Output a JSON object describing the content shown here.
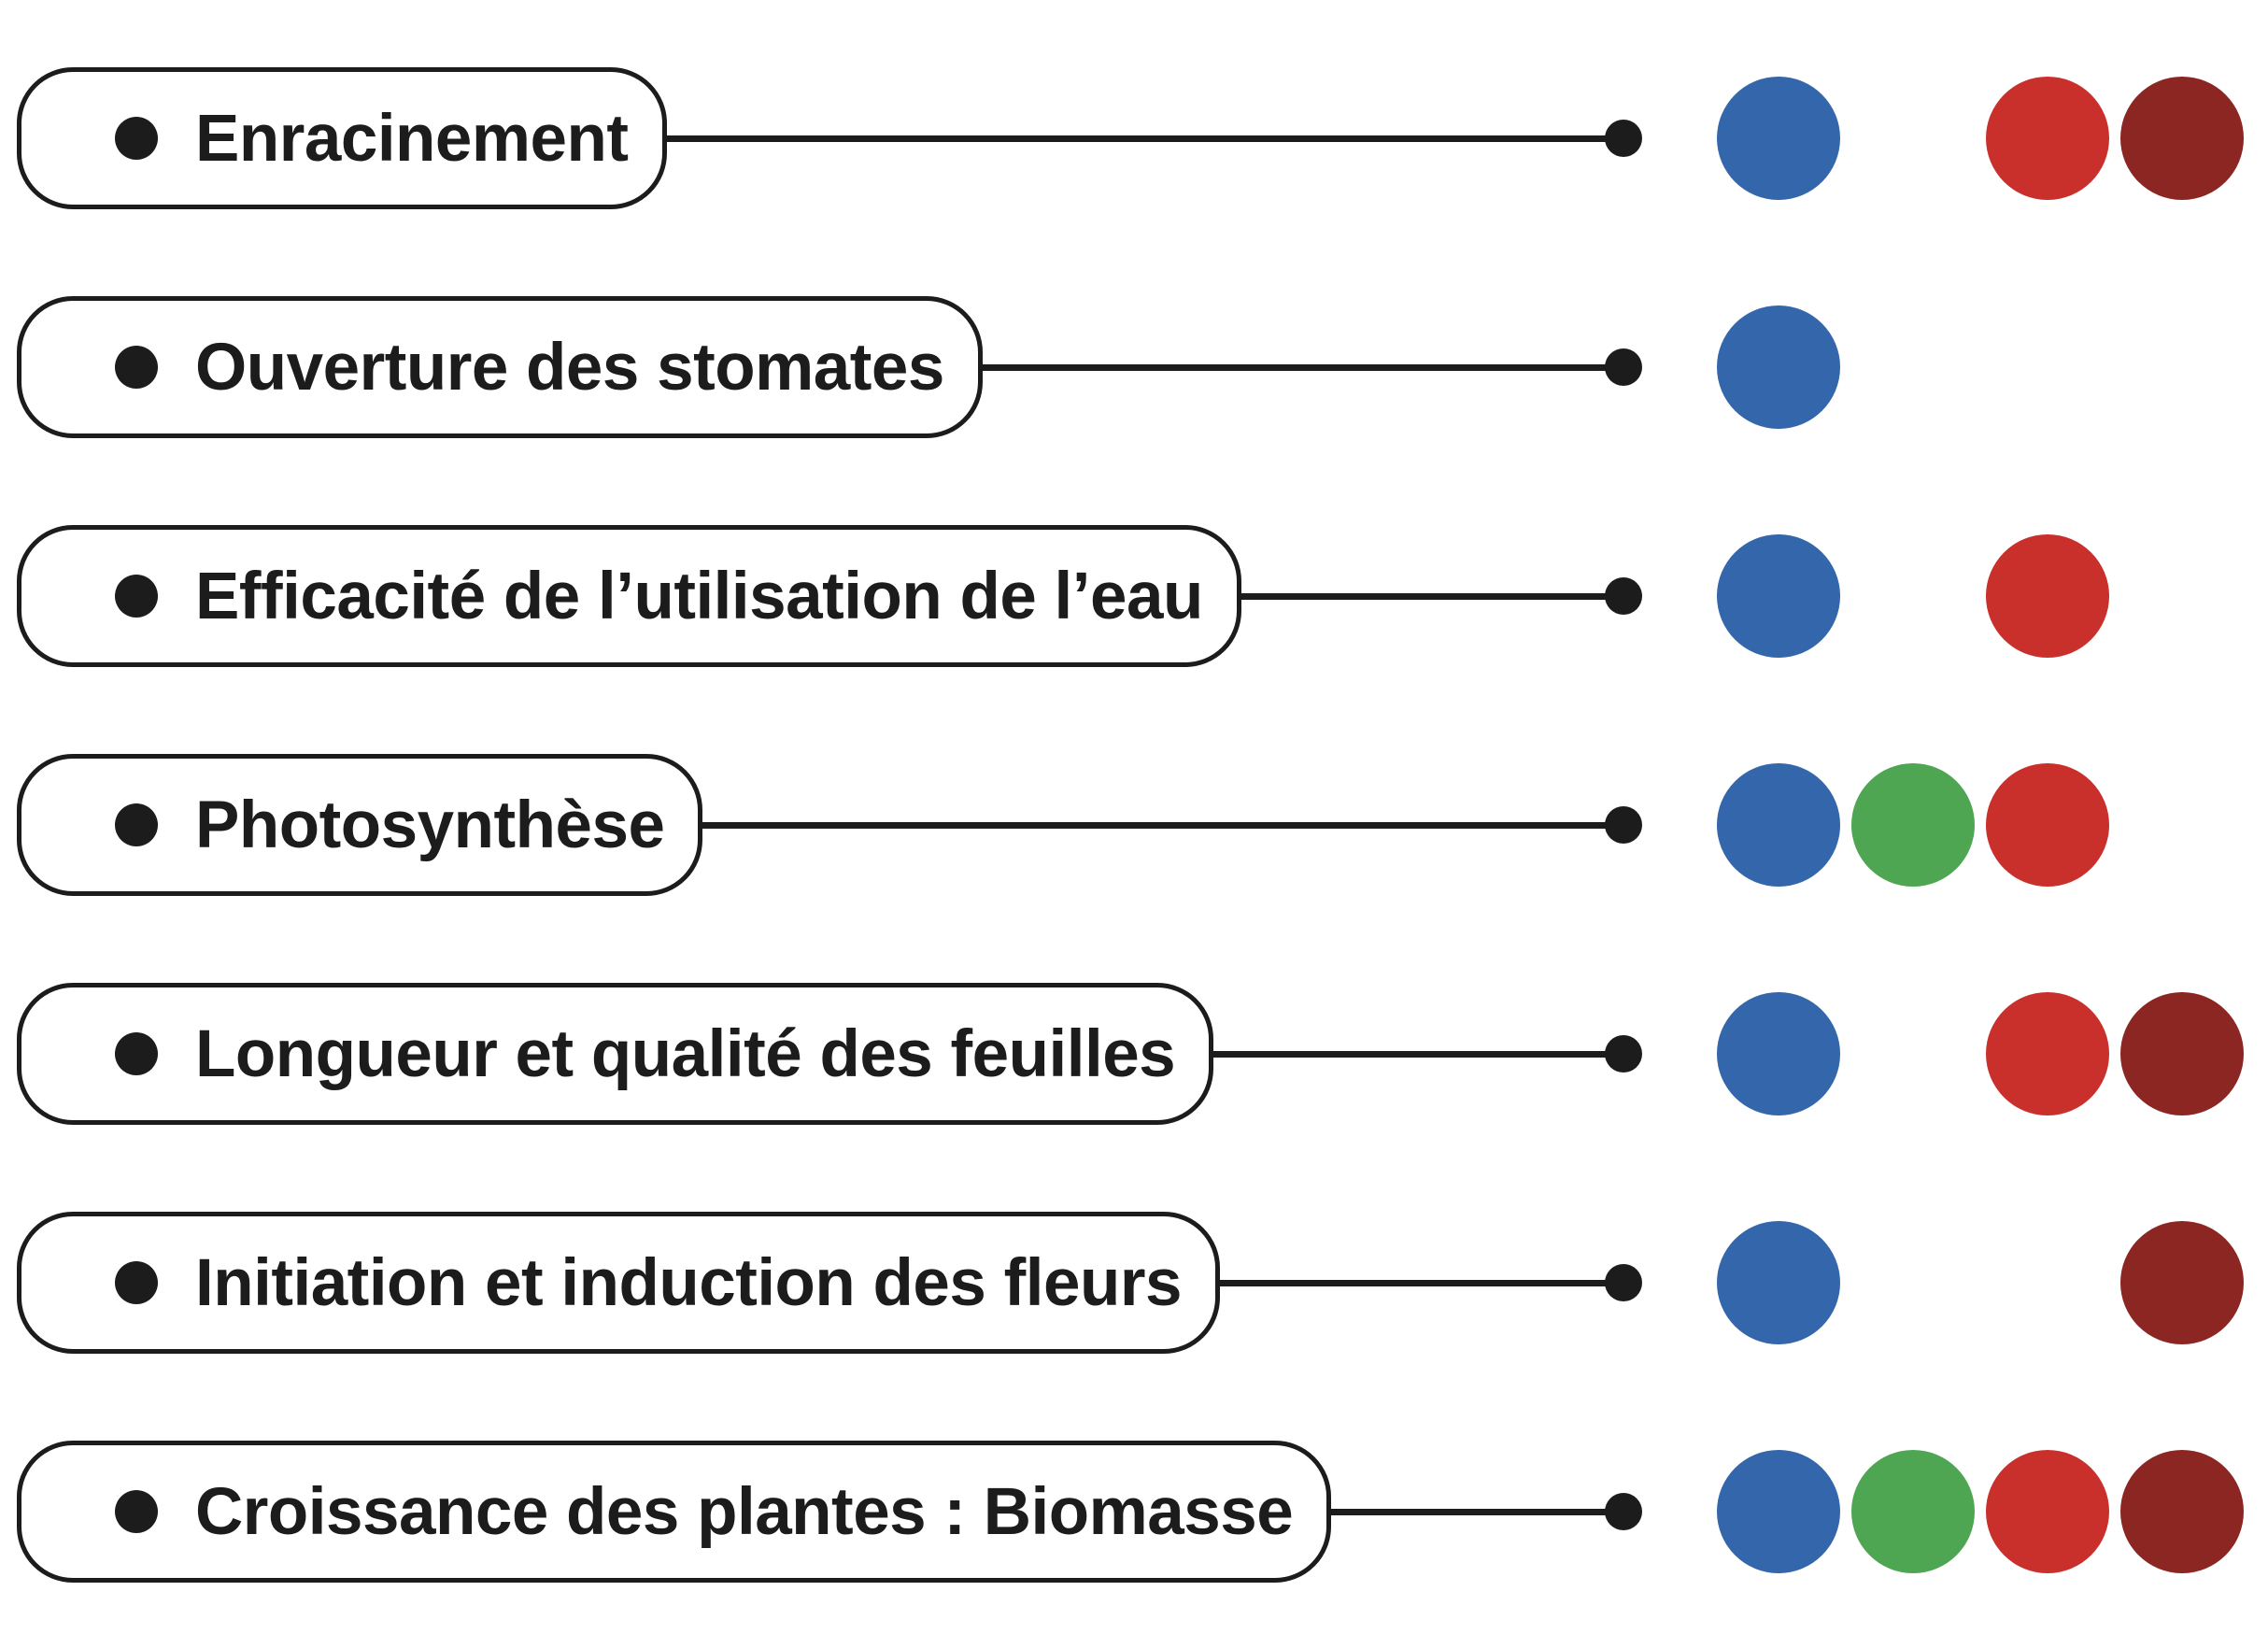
{
  "colors": {
    "line": "#1c1c1c",
    "col1": "#3366aa",
    "col2": "#4ea653",
    "col3": "#c9302c",
    "col4": "#8b2622"
  },
  "rows": [
    {
      "label": "Enracinement",
      "markers": [
        true,
        false,
        true,
        true
      ]
    },
    {
      "label": "Ouverture des stomates",
      "markers": [
        true,
        false,
        false,
        false
      ]
    },
    {
      "label": "Efficacité de l’utilisation de l’eau",
      "markers": [
        true,
        false,
        true,
        false
      ]
    },
    {
      "label": "Photosynthèse",
      "markers": [
        true,
        true,
        true,
        false
      ]
    },
    {
      "label": "Longueur et qualité des feuilles",
      "markers": [
        true,
        false,
        true,
        true
      ]
    },
    {
      "label": "Initiation et induction des fleurs",
      "markers": [
        true,
        false,
        false,
        true
      ]
    },
    {
      "label": "Croissance des plantes : Biomasse",
      "markers": [
        true,
        true,
        true,
        true
      ]
    }
  ]
}
